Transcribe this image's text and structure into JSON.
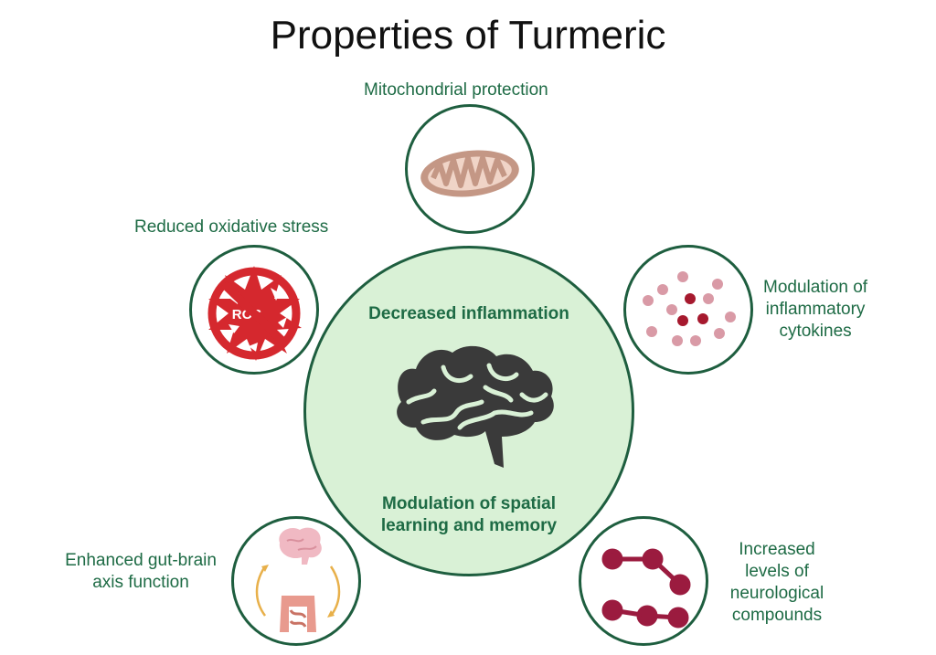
{
  "title": "Properties of Turmeric",
  "center": {
    "top_label": "Decreased inflammation",
    "bottom_label": "Modulation of spatial\nlearning and memory"
  },
  "nodes": {
    "mitochondria": "Mitochondrial protection",
    "ros": "Reduced oxidative stress",
    "ros_icon_text": "ROS",
    "cytokines": "Modulation of\ninflammatory\ncytokines",
    "gut_brain": "Enhanced gut-brain\naxis function",
    "neuro": "Increased\nlevels of\nneurological\ncompounds"
  },
  "colors": {
    "accent": "#1e6b45",
    "center_fill": "#d9f1d6",
    "brain": "#3a3a3a",
    "ros_red": "#d5282e",
    "compound": "#9b1b3f"
  }
}
